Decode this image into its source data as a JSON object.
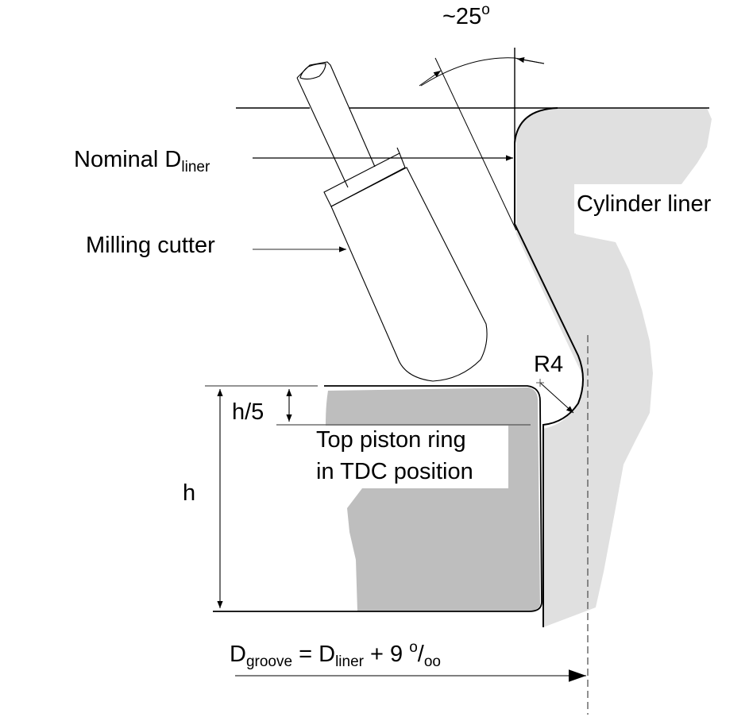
{
  "diagram": {
    "title": "Milling of cylinder liner top groove",
    "colors": {
      "liner_fill": "#e0e0e0",
      "ring_fill": "#bebebe",
      "line": "#000000",
      "background": "#ffffff"
    },
    "labels": {
      "angle": "~25",
      "angle_unit": "o",
      "nominal_prefix": "Nominal D",
      "nominal_sub": "liner",
      "milling_cutter": "Milling cutter",
      "cylinder_liner": "Cylinder liner",
      "radius": "R4",
      "h_fraction": "h/5",
      "h": "h",
      "ring_line1": "Top piston ring",
      "ring_line2": "in TDC position",
      "formula": {
        "d1": "D",
        "d1_sub": "groove",
        "eq": " = D",
        "d2_sub": "liner",
        "plus": " + 9 ",
        "permille_sup": "o",
        "permille_slash": "/",
        "permille_sub": "oo"
      }
    }
  }
}
